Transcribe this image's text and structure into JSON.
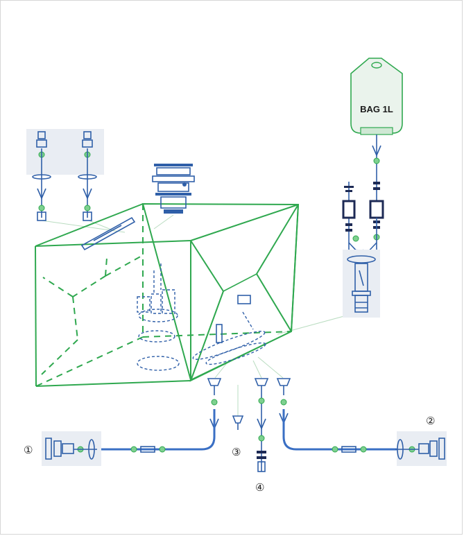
{
  "bag": {
    "label": "BAG 1L"
  },
  "callouts": {
    "c1": "①",
    "c2": "②",
    "c3": "③",
    "c4": "④"
  },
  "colors": {
    "frame": "#2fa84f",
    "fittings": "#2f5fa8",
    "tubing": "#3a6fc4",
    "panel": "#e9edf3"
  }
}
